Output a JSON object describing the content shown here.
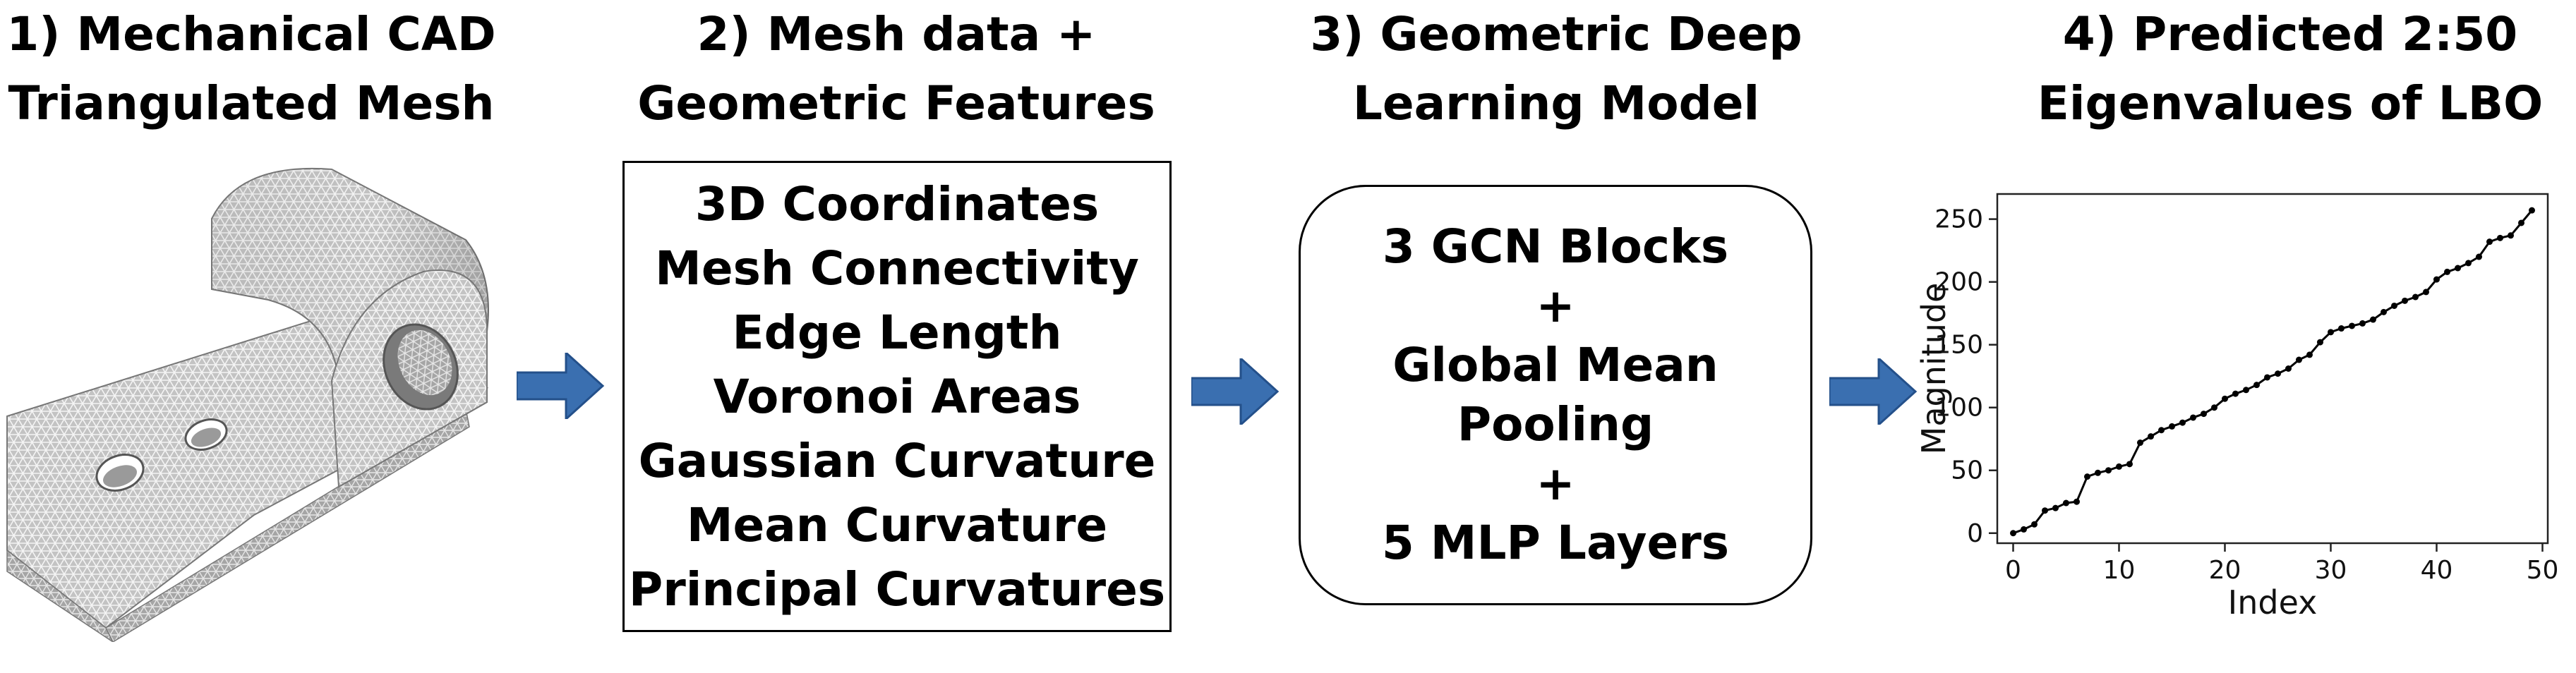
{
  "stages": [
    {
      "title_line1": "1) Mechanical CAD",
      "title_line2": "Triangulated Mesh"
    },
    {
      "title_line1": "2) Mesh data +",
      "title_line2": "Geometric Features"
    },
    {
      "title_line1": "3) Geometric Deep",
      "title_line2": "Learning Model"
    },
    {
      "title_line1": "4) Predicted 2:50",
      "title_line2": "Eigenvalues of LBO"
    }
  ],
  "features": [
    "3D Coordinates",
    "Mesh Connectivity",
    "Edge Length",
    "Voronoi Areas",
    "Gaussian Curvature",
    "Mean Curvature",
    "Principal Curvatures"
  ],
  "model": {
    "line1": "3 GCN Blocks",
    "plus1": "+",
    "line2a": "Global Mean",
    "line2b": "Pooling",
    "plus2": "+",
    "line3": "5 MLP Layers"
  },
  "colors": {
    "arrow": "#3A6FB0",
    "mesh_fill": "#c8c8c8",
    "mesh_lines": "#ffffff",
    "line_series": "#000000"
  },
  "icons": {
    "arrow": "right-arrow-icon",
    "mesh": "cad-mesh-image"
  },
  "chart_data": {
    "type": "line",
    "title": "",
    "xlabel": "Index",
    "ylabel": "Magnitude",
    "xlim": [
      -1.5,
      50.5
    ],
    "ylim": [
      -8,
      270
    ],
    "xticks": [
      0,
      10,
      20,
      30,
      40,
      50
    ],
    "yticks": [
      0,
      50,
      100,
      150,
      200,
      250
    ],
    "grid": false,
    "series": [
      {
        "marker": "dot",
        "x": [
          0,
          1,
          2,
          3,
          4,
          5,
          6,
          7,
          8,
          9,
          10,
          11,
          12,
          13,
          14,
          15,
          16,
          17,
          18,
          19,
          20,
          21,
          22,
          23,
          24,
          25,
          26,
          27,
          28,
          29,
          30,
          31,
          32,
          33,
          34,
          35,
          36,
          37,
          38,
          39,
          40,
          41,
          42,
          43,
          44,
          45,
          46,
          47,
          48,
          49
        ],
        "values": [
          0,
          3,
          7,
          18,
          20,
          24,
          25,
          45,
          48,
          50,
          53,
          55,
          72,
          77,
          82,
          85,
          88,
          92,
          95,
          100,
          107,
          111,
          114,
          118,
          124,
          127,
          131,
          138,
          142,
          152,
          160,
          163,
          165,
          167,
          170,
          176,
          181,
          185,
          188,
          192,
          202,
          208,
          211,
          215,
          220,
          232,
          235,
          237,
          247,
          257
        ]
      }
    ]
  }
}
